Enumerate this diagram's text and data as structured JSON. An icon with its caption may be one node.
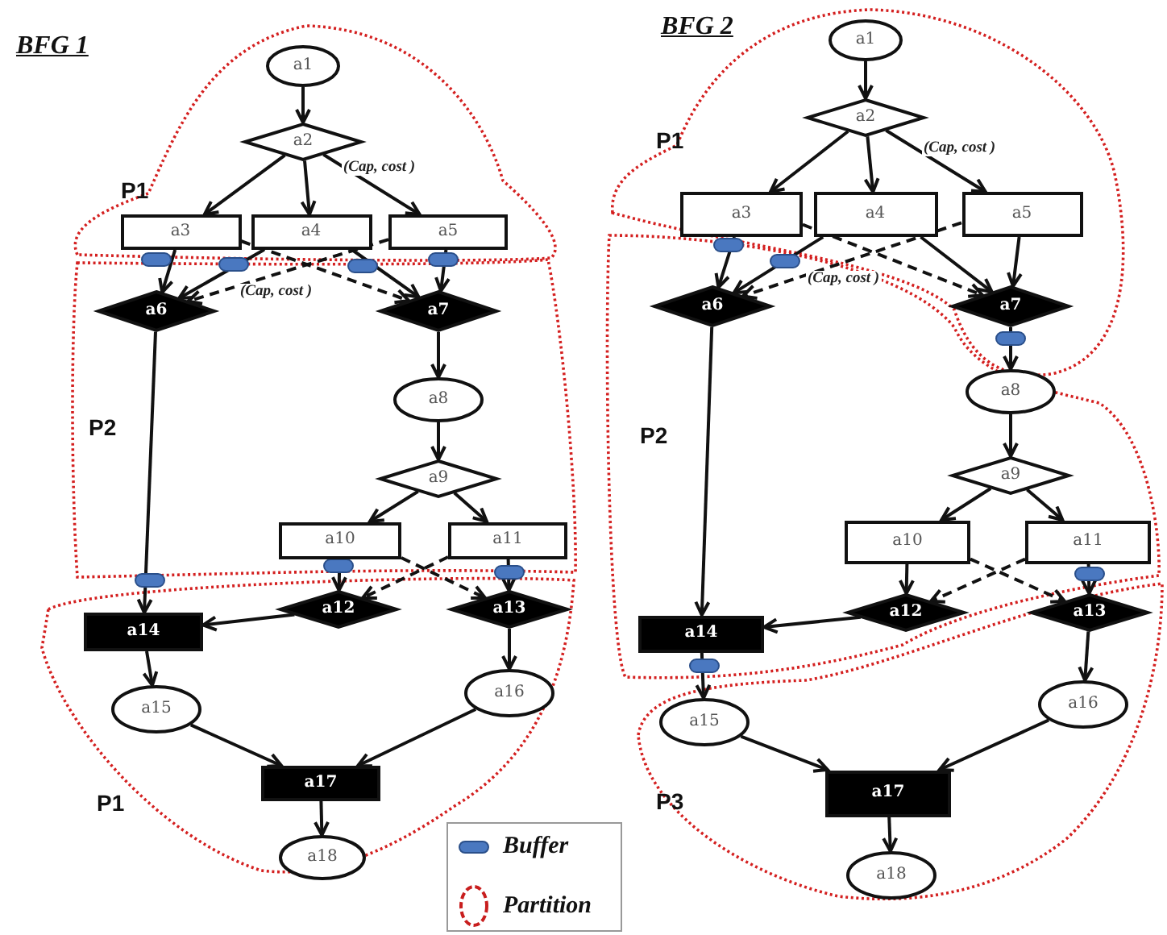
{
  "diagram": {
    "nodes": [
      {
        "text": [
          "a1"
        ]
      },
      {
        "text": [
          "a2"
        ]
      },
      {
        "text": [
          "a3"
        ]
      },
      {
        "text": [
          "a4"
        ]
      },
      {
        "text": [
          "a5"
        ]
      },
      {
        "text": [
          "a6"
        ]
      },
      {
        "text": [
          "a7"
        ]
      },
      {
        "text": [
          "a8"
        ]
      },
      {
        "text": [
          "a9"
        ]
      },
      {
        "text": [
          "a10"
        ]
      },
      {
        "text": [
          "a11"
        ]
      },
      {
        "text": [
          "a12"
        ]
      },
      {
        "text": [
          "a13"
        ]
      },
      {
        "text": [
          "a14"
        ]
      },
      {
        "text": [
          "a15"
        ]
      },
      {
        "text": [
          "a16"
        ]
      },
      {
        "text": [
          "a17"
        ]
      },
      {
        "text": [
          "a18"
        ]
      },
      {
        "text": [
          "a1"
        ]
      },
      {
        "text": [
          "a2"
        ]
      },
      {
        "text": [
          "a3"
        ]
      },
      {
        "text": [
          "a4"
        ]
      },
      {
        "text": [
          "a5"
        ]
      },
      {
        "text": [
          "a6"
        ]
      },
      {
        "text": [
          "a7"
        ]
      },
      {
        "text": [
          "a8"
        ]
      },
      {
        "text": [
          "a9"
        ]
      },
      {
        "text": [
          "a10"
        ]
      },
      {
        "text": [
          "a11"
        ]
      },
      {
        "text": [
          "a12"
        ]
      },
      {
        "text": [
          "a13"
        ]
      },
      {
        "text": [
          "a14"
        ]
      },
      {
        "text": [
          "a15"
        ]
      },
      {
        "text": [
          "a16"
        ]
      },
      {
        "text": [
          "a17"
        ]
      },
      {
        "text": [
          "a18"
        ]
      }
    ],
    "edges": [
      {
        "from": 0,
        "to": 1,
        "arrow": "to"
      },
      {
        "from": 1,
        "to": 2,
        "arrow": "to"
      },
      {
        "from": 1,
        "to": 3,
        "arrow": "to"
      },
      {
        "from": 1,
        "to": 4,
        "arrow": "to",
        "label": "(Cap,  cost )"
      },
      {
        "from": 2,
        "to": 5,
        "arrow": "to"
      },
      {
        "from": 3,
        "to": 5,
        "arrow": "to"
      },
      {
        "from": 3,
        "to": 6,
        "arrow": "to"
      },
      {
        "from": 4,
        "to": 6,
        "arrow": "to"
      },
      {
        "from": 2,
        "to": 6,
        "arrow": "to",
        "style": "dashed",
        "label": "(Cap,  cost )"
      },
      {
        "from": 4,
        "to": 5,
        "arrow": "to",
        "style": "dashed"
      },
      {
        "from": 5,
        "to": 13,
        "arrow": "to"
      },
      {
        "from": 6,
        "to": 7,
        "arrow": "to"
      },
      {
        "from": 7,
        "to": 8,
        "arrow": "to"
      },
      {
        "from": 8,
        "to": 9,
        "arrow": "to"
      },
      {
        "from": 8,
        "to": 10,
        "arrow": "to"
      },
      {
        "from": 9,
        "to": 11,
        "arrow": "to"
      },
      {
        "from": 10,
        "to": 12,
        "arrow": "to"
      },
      {
        "from": 9,
        "to": 12,
        "arrow": "to",
        "style": "dashed"
      },
      {
        "from": 10,
        "to": 11,
        "arrow": "to",
        "style": "dashed"
      },
      {
        "from": 11,
        "to": 13,
        "arrow": "to"
      },
      {
        "from": 12,
        "to": 15,
        "arrow": "to"
      },
      {
        "from": 13,
        "to": 14,
        "arrow": "to"
      },
      {
        "from": 14,
        "to": 16,
        "arrow": "to"
      },
      {
        "from": 15,
        "to": 16,
        "arrow": "to"
      },
      {
        "from": 16,
        "to": 17,
        "arrow": "to"
      },
      {
        "from": 18,
        "to": 19,
        "arrow": "to"
      },
      {
        "from": 19,
        "to": 20,
        "arrow": "to"
      },
      {
        "from": 19,
        "to": 21,
        "arrow": "to"
      },
      {
        "from": 19,
        "to": 22,
        "arrow": "to",
        "label": "(Cap,  cost )"
      },
      {
        "from": 20,
        "to": 23,
        "arrow": "to"
      },
      {
        "from": 21,
        "to": 23,
        "arrow": "to"
      },
      {
        "from": 21,
        "to": 24,
        "arrow": "to"
      },
      {
        "from": 22,
        "to": 24,
        "arrow": "to"
      },
      {
        "from": 20,
        "to": 24,
        "arrow": "to",
        "style": "dashed",
        "label": "(Cap,  cost )"
      },
      {
        "from": 22,
        "to": 23,
        "arrow": "to",
        "style": "dashed"
      },
      {
        "from": 23,
        "to": 31,
        "arrow": "to"
      },
      {
        "from": 24,
        "to": 25,
        "arrow": "to"
      },
      {
        "from": 25,
        "to": 26,
        "arrow": "to"
      },
      {
        "from": 26,
        "to": 27,
        "arrow": "to"
      },
      {
        "from": 26,
        "to": 28,
        "arrow": "to"
      },
      {
        "from": 27,
        "to": 29,
        "arrow": "to"
      },
      {
        "from": 28,
        "to": 30,
        "arrow": "to"
      },
      {
        "from": 27,
        "to": 30,
        "arrow": "to",
        "style": "dashed"
      },
      {
        "from": 28,
        "to": 29,
        "arrow": "to",
        "style": "dashed"
      },
      {
        "from": 29,
        "to": 31,
        "arrow": "to"
      },
      {
        "from": 30,
        "to": 33,
        "arrow": "to"
      },
      {
        "from": 31,
        "to": 32,
        "arrow": "to"
      },
      {
        "from": 32,
        "to": 34,
        "arrow": "to"
      },
      {
        "from": 33,
        "to": 34,
        "arrow": "to"
      },
      {
        "from": 34,
        "to": 35,
        "arrow": "to"
      }
    ],
    "labels": [
      "BFG 1",
      "BFG 2",
      "P1",
      "P1",
      "P2",
      "P2",
      "P1",
      "P3"
    ],
    "legend": [
      {
        "text": "Buffer"
      },
      {
        "text": "Partition"
      }
    ]
  }
}
